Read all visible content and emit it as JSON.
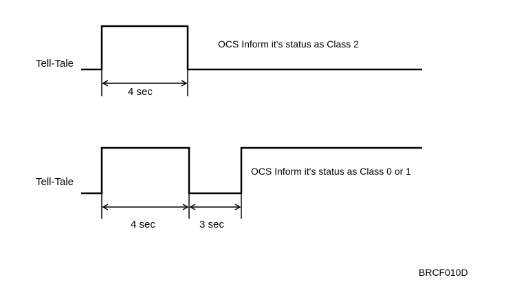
{
  "diagrams": [
    {
      "signal_label": "Tell-Tale",
      "message": "OCS Inform it's status as Class 2",
      "durations": [
        "4 sec"
      ]
    },
    {
      "signal_label": "Tell-Tale",
      "message": "OCS Inform it's status as Class 0 or 1",
      "durations": [
        "4 sec",
        "3 sec"
      ]
    }
  ],
  "figure_code": "BRCF010D"
}
